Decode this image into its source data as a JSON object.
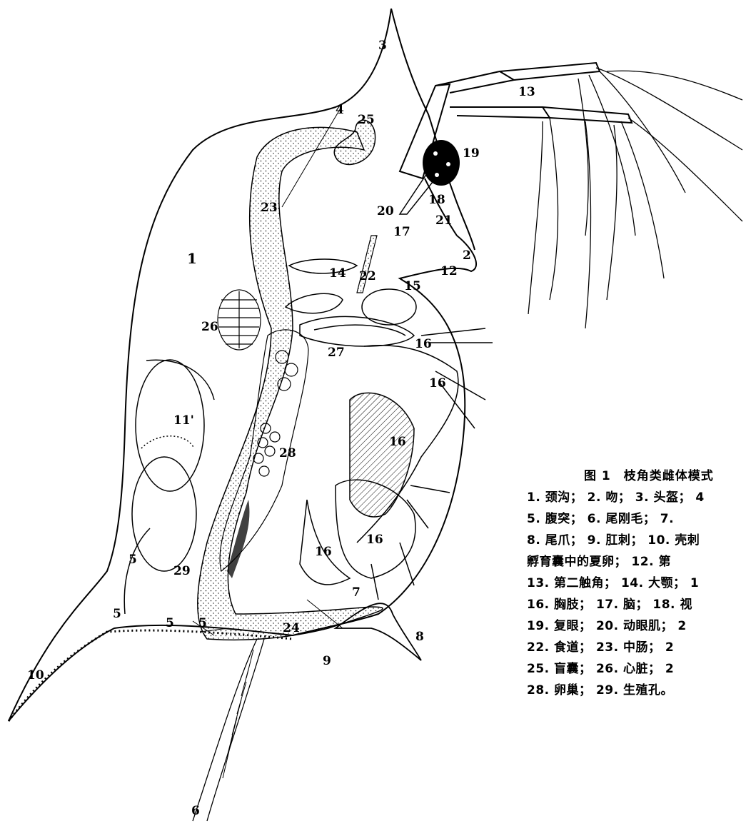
{
  "caption": {
    "title": "图 1　枝角类雌体模式",
    "lines": [
      "1. 颈沟；  2. 吻；  3. 头盔；  4",
      "5. 腹突；   6. 尾刚毛；   7.",
      "8. 尾爪；  9. 肛刺；  10. 壳刺",
      "孵育囊中的夏卵；     12. 第",
      "13. 第二触角；  14. 大颚；  1",
      "16. 胸肢；   17. 脑；   18. 视",
      "19. 复眼；   20. 动眼肌；   2",
      "22. 食道；    23. 中肠；    2",
      "25. 盲囊；    26. 心脏；    2",
      "28. 卵巢；  29. 生殖孔。"
    ]
  },
  "labels": {
    "l1": "1",
    "l2": "2",
    "l3": "3",
    "l4": "4",
    "l5a": "5",
    "l5b": "5",
    "l5c": "5",
    "l5d": "5",
    "l6": "6",
    "l7": "7",
    "l8": "8",
    "l9": "9",
    "l10": "10",
    "l11": "11'",
    "l12": "12",
    "l13": "13",
    "l14": "14",
    "l15": "15",
    "l16a": "16",
    "l16b": "16",
    "l16c": "16",
    "l16d": "16",
    "l16e": "16",
    "l17": "17",
    "l18": "18",
    "l19": "19",
    "l20": "20",
    "l21": "21",
    "l22": "22",
    "l23": "23",
    "l24": "24",
    "l25": "25",
    "l26": "26",
    "l27": "27",
    "l28": "28",
    "l29": "29"
  }
}
